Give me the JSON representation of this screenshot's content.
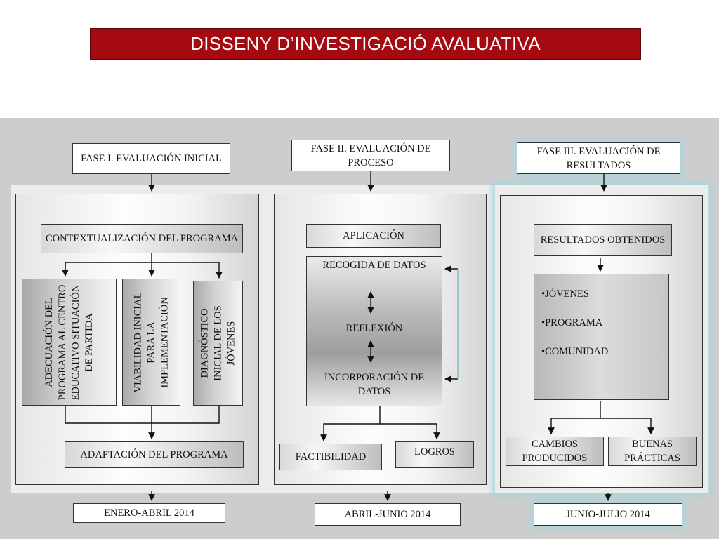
{
  "title": "DISSENY D’INVESTIGACIÓ AVALUATIVA",
  "phase1": {
    "header": "FASE I. EVALUACIÓN INICIAL",
    "context": "CONTEXTUALIZACIÓN DEL PROGRAMA",
    "col1": "ADECUACIÓN DEL PROGRAMA AL CENTRO EDUCATIVO SITUACIÓN DE PARTIDA",
    "col2": "VIABILIDAD INICIAL PARA LA IMPLEMENTACIÓN",
    "col3": "DIAGNÓSTICO INICIAL DE LOS JÓVENES",
    "adaptation": "ADAPTACIÓN DEL PROGRAMA",
    "period": "ENERO-ABRIL 2014"
  },
  "phase2": {
    "header": "FASE II. EVALUACIÓN DE PROCESO",
    "application": "APLICACIÓN",
    "collection": "RECOGIDA DE DATOS",
    "reflection": "REFLEXIÓN",
    "incorporation": "INCORPORACIÓN DE DATOS",
    "feasibility": "FACTIBILIDAD",
    "achievements": "LOGROS",
    "period": "ABRIL-JUNIO 2014"
  },
  "phase3": {
    "header": "FASE III. EVALUACIÓN DE RESULTADOS",
    "results": "RESULTADOS OBTENIDOS",
    "items": [
      "JÓVENES",
      "PROGRAMA",
      "COMUNIDAD"
    ],
    "changes": "CAMBIOS PRODUCIDOS",
    "practices": "BUENAS PRÁCTICAS",
    "period": "JUNIO-JULIO 2014"
  },
  "colors": {
    "title_bg": "#a40a0f",
    "band": "#cdcdcd",
    "highlight": "#a9d6dc"
  }
}
